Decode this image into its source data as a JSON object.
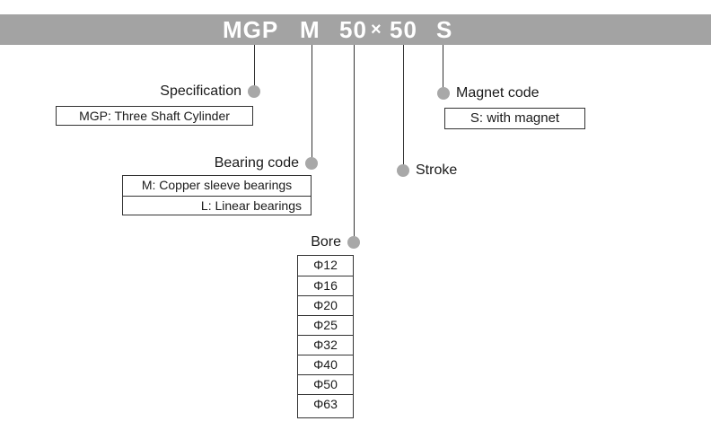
{
  "model_code": {
    "series": "MGP",
    "bearing": "M",
    "bore": "50",
    "times": "×",
    "stroke": "50",
    "magnet": "S"
  },
  "specification": {
    "label": "Specification",
    "options": [
      "MGP: Three Shaft Cylinder"
    ]
  },
  "bearing_code": {
    "label": "Bearing code",
    "options": [
      "M: Copper sleeve bearings",
      "L: Linear bearings"
    ]
  },
  "bore": {
    "label": "Bore",
    "options": [
      "Φ12",
      "Φ16",
      "Φ20",
      "Φ25",
      "Φ32",
      "Φ40",
      "Φ50",
      "Φ63"
    ]
  },
  "stroke": {
    "label": "Stroke"
  },
  "magnet_code": {
    "label": "Magnet code",
    "options": [
      "S: with magnet"
    ]
  },
  "colors": {
    "banner": "#a3a3a3",
    "dot": "#a8a8a8",
    "line": "#333333"
  }
}
